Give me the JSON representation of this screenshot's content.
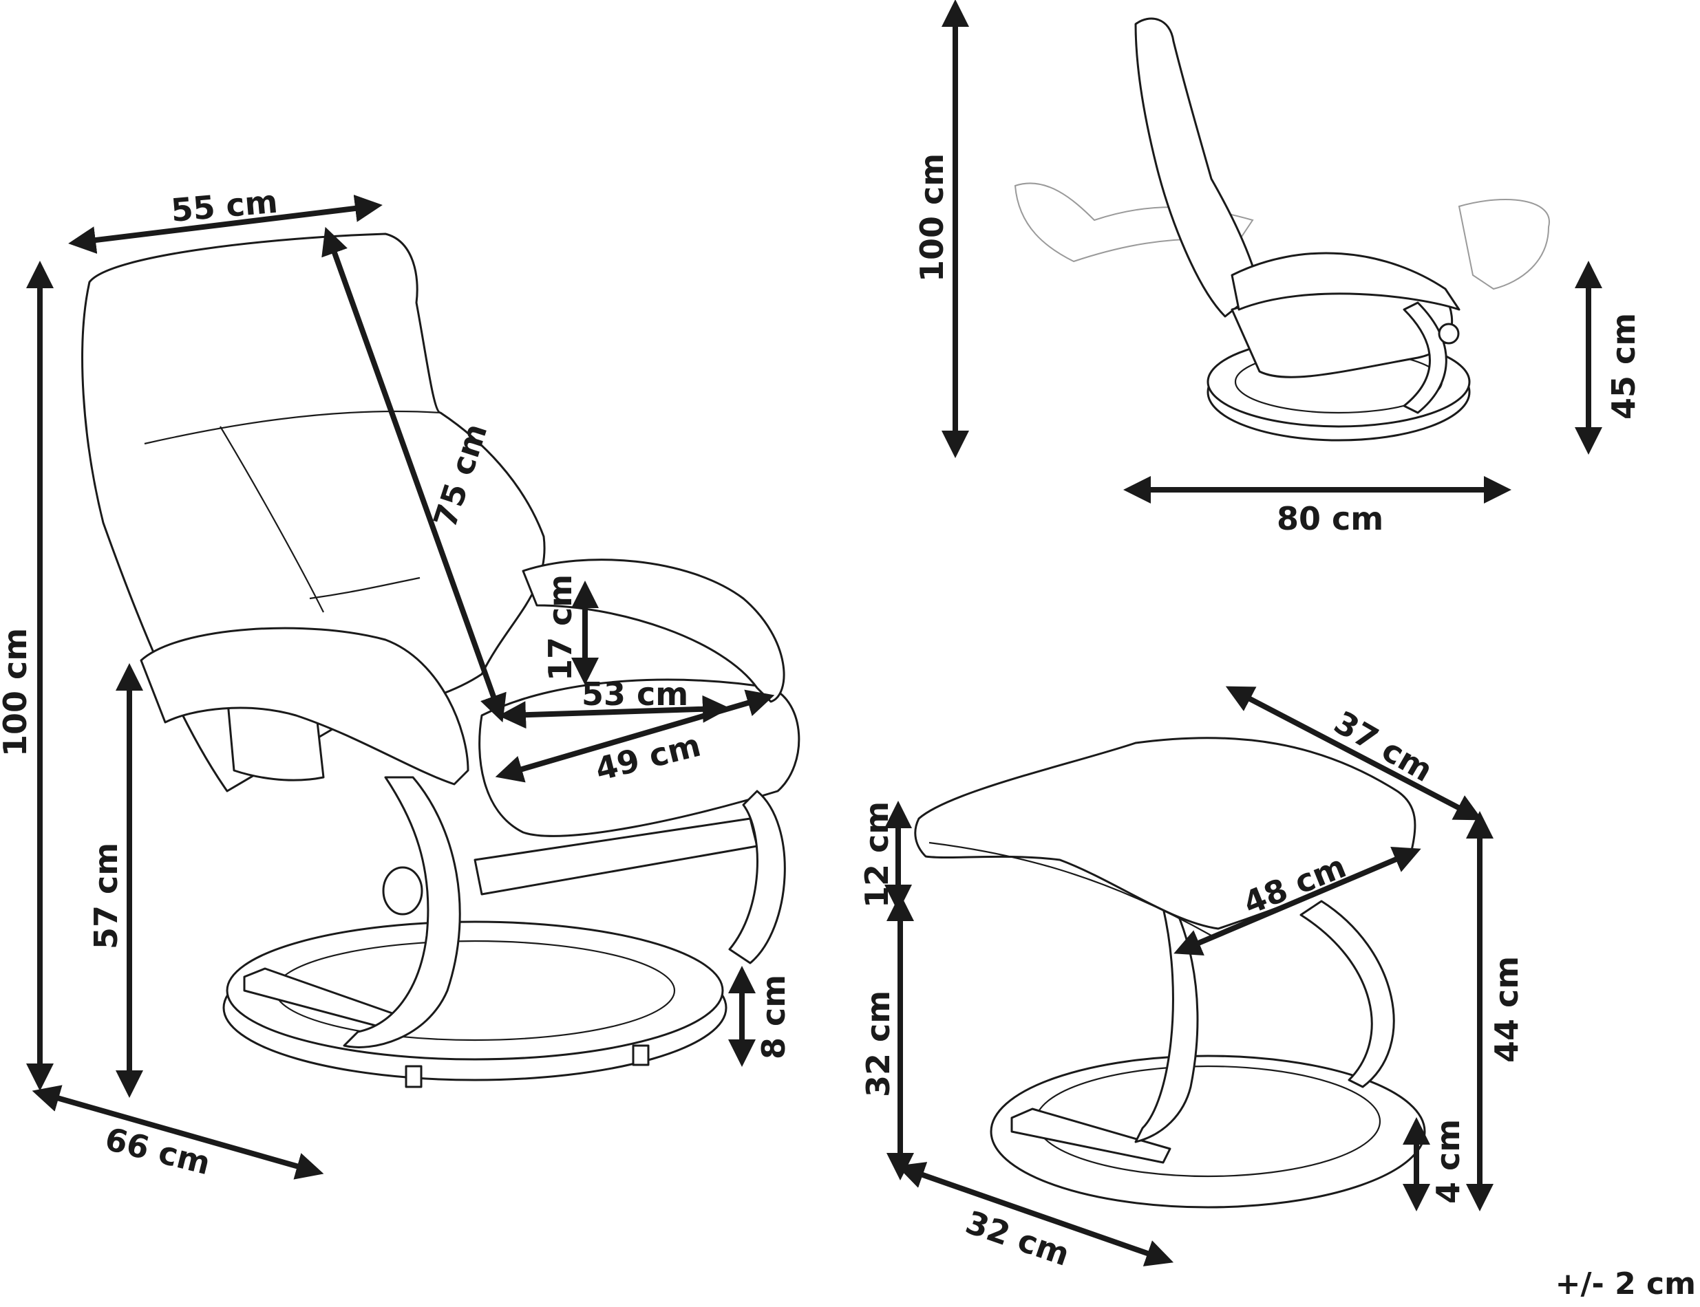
{
  "title": "Recliner chair with footstool - dimension drawing",
  "tolerance": "+/- 2 cm",
  "views": {
    "chair_front": {
      "dimensions": {
        "headrest_width": "55 cm",
        "backrest_length": "75 cm",
        "total_height": "100 cm",
        "armrest_height": "57 cm",
        "armrest_to_seat": "17 cm",
        "seat_width": "53 cm",
        "seat_depth": "49 cm",
        "base_height": "8 cm",
        "base_depth": "66 cm"
      }
    },
    "chair_side_reclined": {
      "dimensions": {
        "total_height": "100 cm",
        "seat_height": "45 cm",
        "reclined_length": "80 cm"
      }
    },
    "footstool": {
      "dimensions": {
        "cushion_height": "12 cm",
        "base_to_cushion": "32 cm",
        "total_height": "44 cm",
        "top_depth": "37 cm",
        "top_width": "48 cm",
        "base_depth": "32 cm",
        "base_height": "4 cm"
      }
    }
  }
}
